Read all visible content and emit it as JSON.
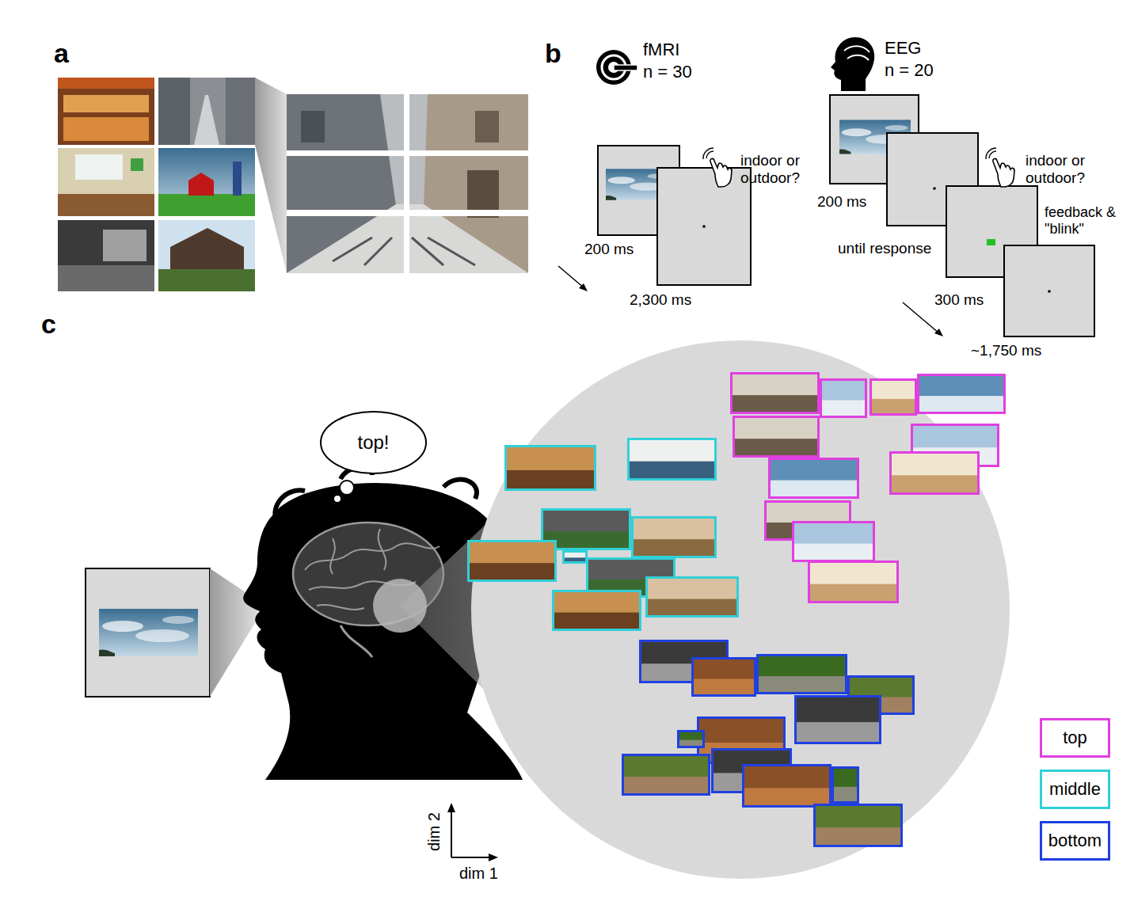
{
  "diagram": {
    "nodes": [
      {
        "text": [
          "top!"
        ]
      }
    ],
    "labels": [
      "a",
      "b",
      "fMRI",
      "n = 30",
      "EEG",
      "n = 20",
      "indoor or outdoor?",
      "200 ms",
      "2,300 ms",
      "indoor or outdoor?",
      "200 ms",
      "until response",
      "feedback & \"blink\"",
      "300 ms",
      "~1,750 ms",
      "c",
      "dim 2",
      "dim 1"
    ],
    "legend": [
      {
        "text": "top",
        "color": "#e040e0"
      },
      {
        "text": "middle",
        "color": "#30d0d8"
      },
      {
        "text": "bottom",
        "color": "#2040e0"
      }
    ]
  }
}
